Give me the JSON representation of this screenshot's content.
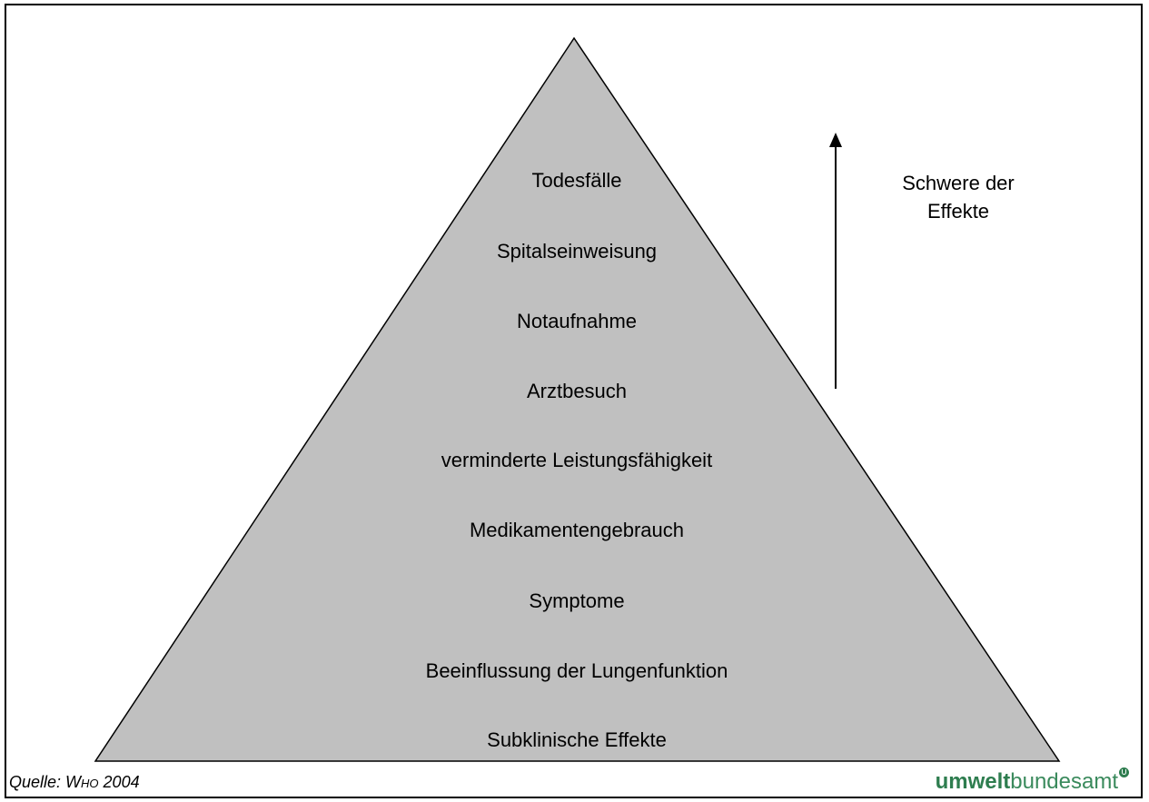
{
  "diagram": {
    "tiers": [
      "Todesfälle",
      "Spitalseinweisung",
      "Notaufnahme",
      "Arztbesuch",
      "verminderte Leistungsfähigkeit",
      "Medikamentengebrauch",
      "Symptome",
      "Beeinflussung der Lungenfunktion",
      "Subklinische Effekte"
    ],
    "severity_label": {
      "line1": "Schwere der",
      "line2": "Effekte"
    },
    "severity_direction": "up",
    "fill_color": "#c0c0c0",
    "outline_color": "#000000"
  },
  "footer": {
    "source_prefix": "Quelle: ",
    "source_org": "Who",
    "source_year": " 2004",
    "logo_bold": "umwelt",
    "logo_light": "bundesamt"
  }
}
